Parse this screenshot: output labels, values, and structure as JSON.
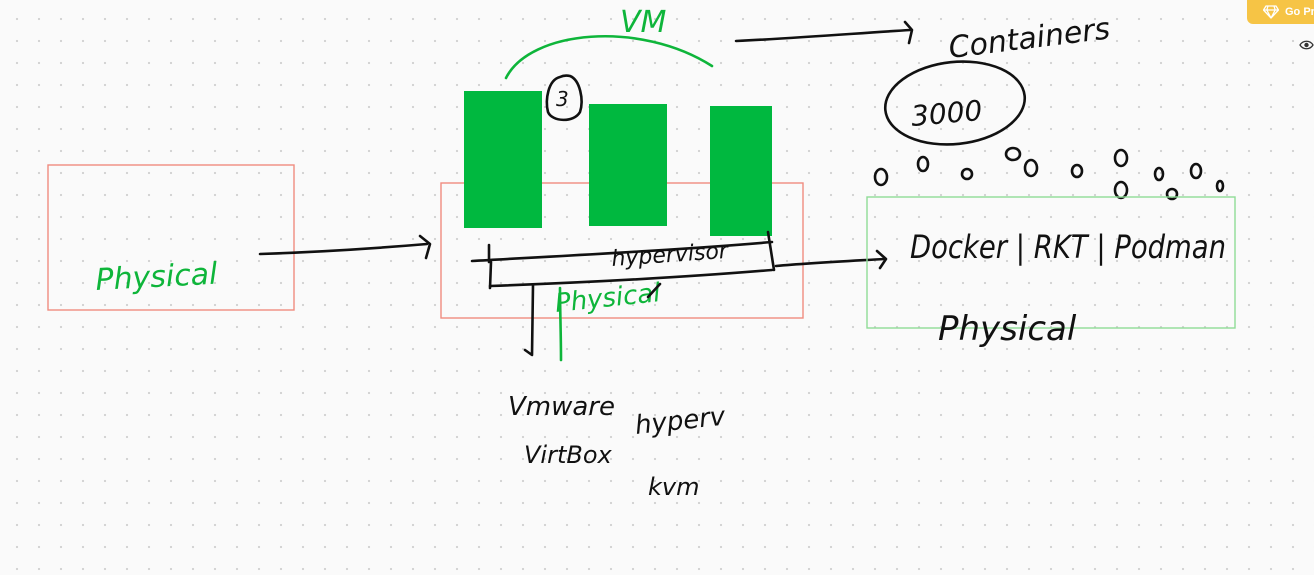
{
  "toolbar": {
    "go_pro_label": "Go Pro",
    "go_pro_icon": "diamond-icon",
    "view_icon": "eye-icon"
  },
  "colors": {
    "accent": "#f6c445",
    "vm_green": "#00b83f",
    "box_red": "#f08c80",
    "box_green": "#8fdc97",
    "ink_black": "#111111",
    "ink_green": "#0eb53a",
    "canvas_bg": "#fafafa"
  },
  "notes": {
    "left_box_label": "Physical",
    "vm_title": "VM",
    "vm_count": "3",
    "hypervisor_label": "hypervisor",
    "middle_physical": "Physical",
    "containers_title": "Containers",
    "containers_count": "3000",
    "container_runtimes": "Docker | RKT | Podman",
    "right_physical": "Physical",
    "type2_hypervisors": [
      "Vmware",
      "VirtBox"
    ],
    "type1_hypervisors": [
      "hyperv",
      "kvm"
    ]
  }
}
